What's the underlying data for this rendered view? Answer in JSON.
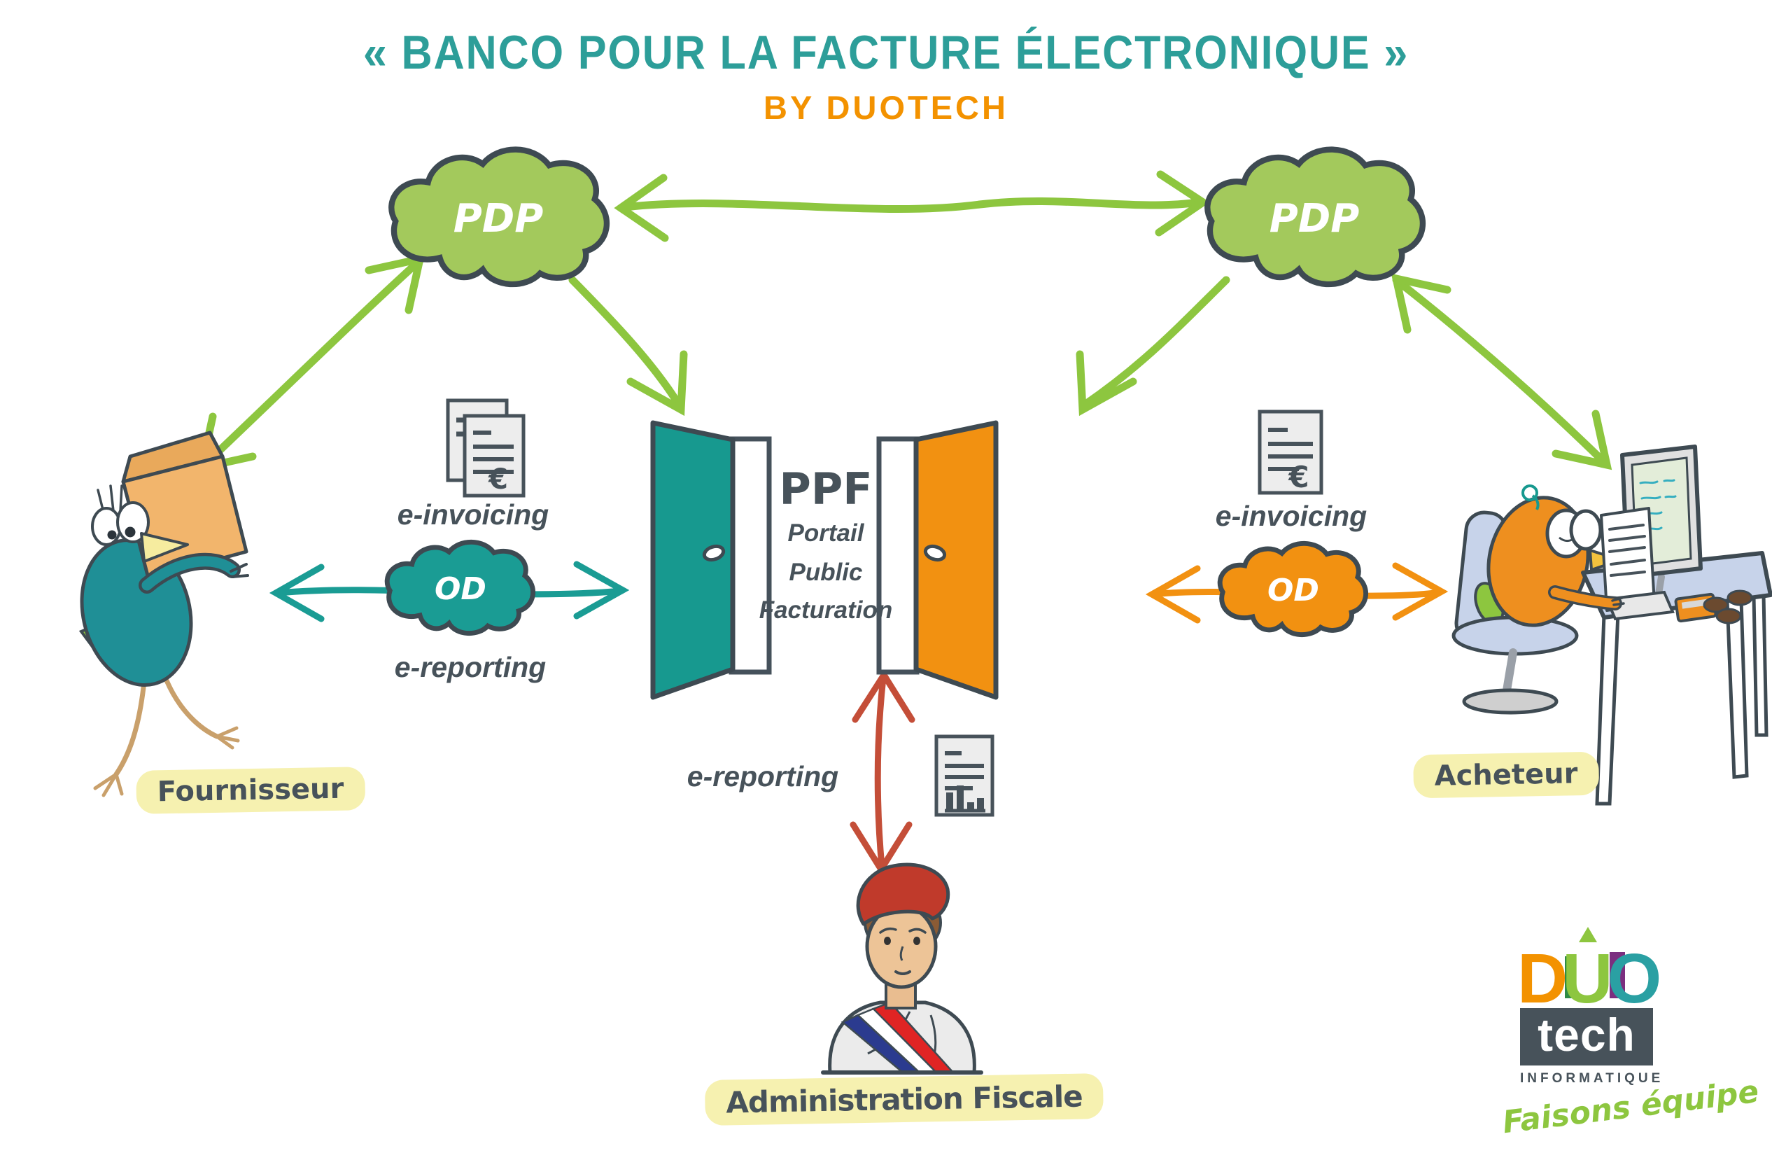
{
  "title": {
    "main": "« BANCO POUR LA FACTURE ÉLECTRONIQUE »",
    "sub": "BY DUOTECH"
  },
  "network": {
    "pdp_left": "PDP",
    "pdp_right": "PDP",
    "od_left": "OD",
    "od_right": "OD"
  },
  "ppf": {
    "acronym": "PPF",
    "lines": [
      "Portail",
      "Public",
      "Facturation"
    ]
  },
  "flows": {
    "left_e_invoicing": "e-invoicing",
    "left_e_reporting": "e-reporting",
    "right_e_invoicing": "e-invoicing",
    "center_e_reporting": "e-reporting"
  },
  "actors": {
    "supplier_label": "Fournisseur",
    "buyer_label": "Acheteur",
    "tax_admin_label": "Administration Fiscale"
  },
  "icons": {
    "euro": "€",
    "invoice_documents": "invoice-documents-with-euro",
    "invoice_document": "invoice-document-with-euro",
    "report_document": "report-document-with-bar-chart"
  },
  "logo": {
    "duo_d": "D",
    "duo_u": "U",
    "duo_o": "O",
    "tech": "tech",
    "subtitle": "INFORMATIQUE",
    "slogan": "Faisons équipe"
  },
  "colors": {
    "teal_title": "#2D9E99",
    "teal_door": "#17998F",
    "teal_flow": "#1A9C94",
    "orange": "#F39200",
    "green_arrow": "#8DC63F",
    "green_cloud": "#A3C95C",
    "red_arrow": "#C44E38",
    "dark_outline": "#3E4A52",
    "text_dark": "#47525A",
    "highlight_yellow": "#F6F1B0",
    "logo_purple": "#7B2F7F"
  }
}
